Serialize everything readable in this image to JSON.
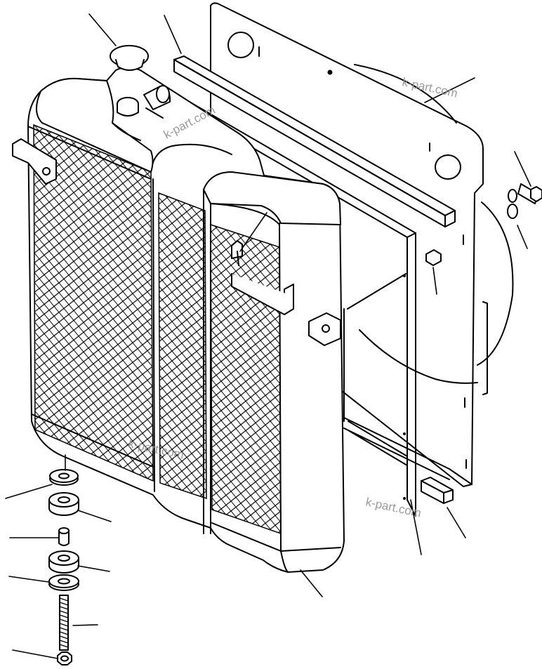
{
  "watermark": {
    "text": "k-part.com",
    "color": "#9a9a9a"
  },
  "diagram": {
    "view": "exploded isometric parts view",
    "parts": [
      "fan-shroud-plate",
      "upper-seal-strip",
      "lower-seal-strip",
      "side-bracket-frame",
      "radiator-core",
      "radiator-cap",
      "filler-neck",
      "top-mounting-strap",
      "side-mounting-bracket",
      "mount-washer-upper",
      "mount-cushion-upper",
      "mount-spacer-sleeve",
      "mount-cushion-lower",
      "mount-washer-lower",
      "mount-stud-bolt",
      "mount-nut",
      "shroud-bolt",
      "shroud-washer",
      "clip-nut"
    ],
    "callout_count": 18
  }
}
